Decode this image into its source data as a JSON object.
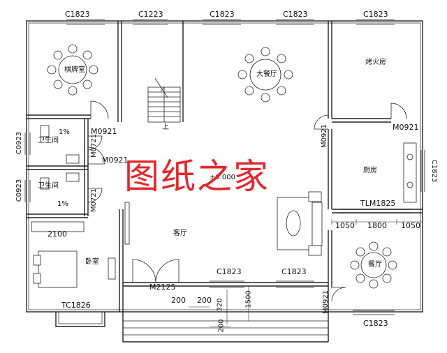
{
  "watermark": "图纸之家",
  "rooms": {
    "chess_room": "棋牌室",
    "big_dining": "大餐厅",
    "fire_pit": "烤火房",
    "bathroom_1": "卫生间",
    "bathroom_2": "卫生间",
    "kitchen": "厨房",
    "living_room": "客厅",
    "bedroom": "卧室",
    "dining": "餐厅",
    "stair_up": "上"
  },
  "elevation": "±0.000",
  "slopes": [
    "1%",
    "1%"
  ],
  "windows": {
    "top": [
      "C1823",
      "C1223",
      "C1823",
      "C1823",
      "C1823"
    ],
    "left": [
      "C0923",
      "C0923"
    ],
    "right": "C1823",
    "bottom_right": "C1823",
    "inner_1": "C1823",
    "inner_2": "C1823",
    "bedroom_bay": "TC1826"
  },
  "doors": {
    "m0921_a": "M0921",
    "m0721_a": "M0721",
    "m0921_b": "M0921",
    "m0721_b": "M0721",
    "m0921_c": "M0921",
    "m0921_d": "M0921",
    "m0921_e": "M0921",
    "main": "M2125",
    "kitchen_slider": "TLM1825"
  },
  "dims": {
    "d1050a": "1050",
    "d1800": "1800",
    "d1050b": "1050",
    "d2100": "2100",
    "d200a": "200",
    "d200b": "200",
    "d320": "320",
    "d1500": "1500",
    "d200c": "200"
  }
}
